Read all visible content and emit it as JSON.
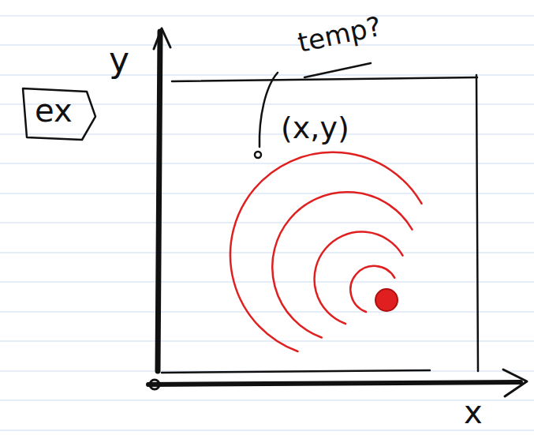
{
  "diagram": {
    "nodes": [
      {
        "text": [
          "ex"
        ]
      }
    ],
    "labels": [
      "y",
      "temp?",
      "(x,y)",
      "x"
    ]
  }
}
